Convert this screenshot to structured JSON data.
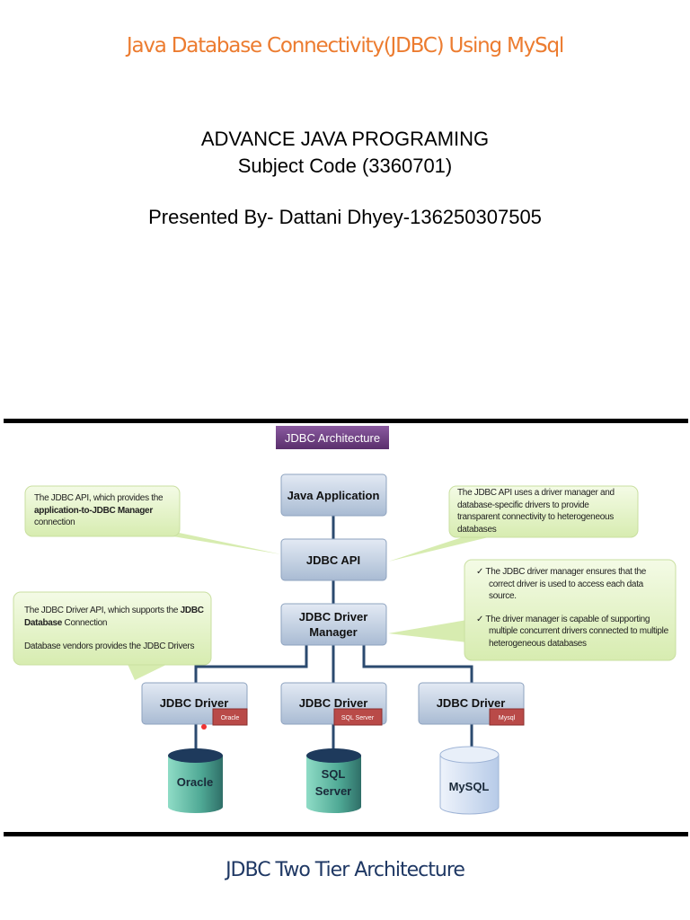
{
  "document": {
    "title": "Java Database Connectivity(JDBC) Using MySql",
    "subject": "ADVANCE JAVA PROGRAMING",
    "subject_code": "Subject Code (3360701)",
    "presenter": "Presented By- Dattani Dhyey-136250307505",
    "footer": "JDBC Two Tier Architecture"
  },
  "diagram": {
    "title": "JDBC Architecture",
    "java_app": "Java Application",
    "jdbc_api": "JDBC API",
    "driver_manager_line1": "JDBC Driver",
    "driver_manager_line2": "Manager",
    "drivers": [
      {
        "label": "JDBC Driver",
        "tag": "Oracle",
        "db_line1": "Oracle",
        "db_line2": ""
      },
      {
        "label": "JDBC Driver",
        "tag": "SQL Server",
        "db_line1": "SQL",
        "db_line2": "Server"
      },
      {
        "label": "JDBC Driver",
        "tag": "Mysql",
        "db_line1": "MySQL",
        "db_line2": ""
      }
    ],
    "callouts": {
      "api_left": {
        "pre": "The JDBC API, which provides the ",
        "bold": "application-to-JDBC Manager",
        "post": " connection"
      },
      "api_right": "The JDBC API uses a driver manager and database-specific drivers to provide transparent connectivity to heterogeneous databases",
      "manager_right": [
        "The JDBC driver manager ensures that the correct driver is used to access each data source.",
        "The driver manager is capable of supporting multiple concurrent drivers connected to multiple heterogeneous databases"
      ],
      "driver_left": {
        "pre": "The JDBC Driver API, which supports the ",
        "bold": "JDBC Database",
        "post": " Connection",
        "line2": "Database vendors provides  the JDBC Drivers"
      }
    },
    "colors": {
      "title_bg": "#6b3f7f",
      "box": "#c5d3e6",
      "callout": "#e4f2c8",
      "tag": "#b94a48",
      "db_teal": "#5fb9a5",
      "db_blue": "#c9daf2",
      "line": "#2b4a6f"
    }
  }
}
